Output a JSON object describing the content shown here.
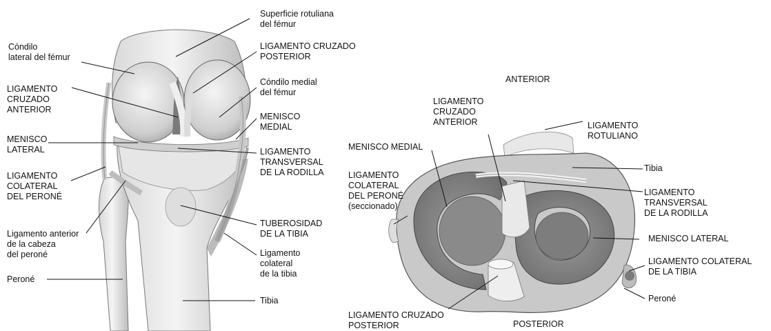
{
  "left_figure": {
    "labels": {
      "superficie_rotuliana": "Superficie rotuliana\ndel fémur",
      "condilo_lateral": "Cóndilo\nlateral del fémur",
      "lca": "LIGAMENTO\nCRUZADO\nANTERIOR",
      "lcp": "LIGAMENTO CRUZADO\nPOSTERIOR",
      "condilo_medial": "Cóndilo medial\ndel fémur",
      "menisco_medial": "MENISCO\nMEDIAL",
      "menisco_lateral": "MENISCO\nLATERAL",
      "lig_transversal": "LIGAMENTO\nTRANSVERSAL\nDE LA RODILLA",
      "lig_colateral_perone": "LIGAMENTO\nCOLATERAL\nDEL PERONÉ",
      "tuberosidad": "TUBEROSIDAD\nDE LA TIBIA",
      "lig_anterior_cabeza": "Ligamento anterior\nde la cabeza\ndel peroné",
      "lig_colateral_tibia": "Ligamento\ncolateral\nde la tibia",
      "perone": "Peroné",
      "tibia": "Tibia"
    }
  },
  "right_figure": {
    "labels": {
      "anterior": "ANTERIOR",
      "posterior": "POSTERIOR",
      "lca": "LIGAMENTO\nCRUZADO\nANTERIOR",
      "lig_rotuliano": "LIGAMENTO\nROTULIANO",
      "menisco_medial": "MENISCO MEDIAL",
      "tibia": "Tibia",
      "lig_colateral_perone": "LIGAMENTO\nCOLATERAL\nDEL PERONÉ\n(seccionado)",
      "lig_transversal": "LIGAMENTO\nTRANSVERSAL\nDE LA RODILLA",
      "menisco_lateral": "MENISCO LATERAL",
      "lig_colateral_tibia": "LIGAMENTO COLATERAL\nDE LA TIBIA",
      "lcp": "LIGAMENTO CRUZADO\nPOSTERIOR",
      "perone": "Peroné"
    }
  }
}
